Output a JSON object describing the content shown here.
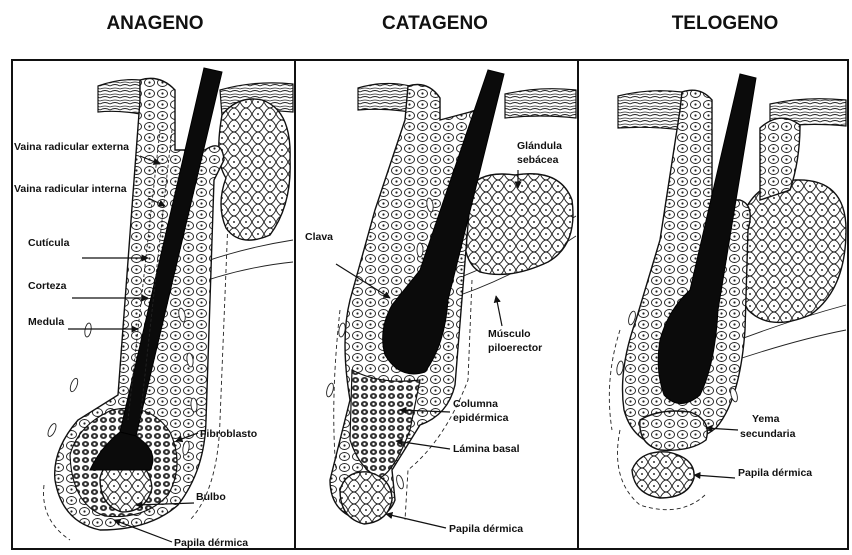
{
  "titles": {
    "anagen": "ANAGENO",
    "catagen": "CATAGENO",
    "telogen": "TELOGENO"
  },
  "labels": {
    "anagen": {
      "vaina_externa": "Vaina radicular externa",
      "vaina_interna": "Vaina radicular interna",
      "cuticula": "Cutícula",
      "corteza": "Corteza",
      "medula": "Medula",
      "fibroblasto": "Fibroblasto",
      "bulbo": "Bulbo",
      "papila": "Papila dérmica"
    },
    "catagen": {
      "glandula_1": "Glándula",
      "glandula_2": "sebácea",
      "clava": "Clava",
      "musculo_1": "Músculo",
      "musculo_2": "piloerector",
      "columna_1": "Columna",
      "columna_2": "epidérmica",
      "lamina": "Lámina basal",
      "papila": "Papila dérmica"
    },
    "telogen": {
      "yema_1": "Yema",
      "yema_2": "secundaria",
      "papila": "Papila dérmica"
    }
  },
  "colors": {
    "ink": "#111111",
    "background": "#ffffff"
  }
}
